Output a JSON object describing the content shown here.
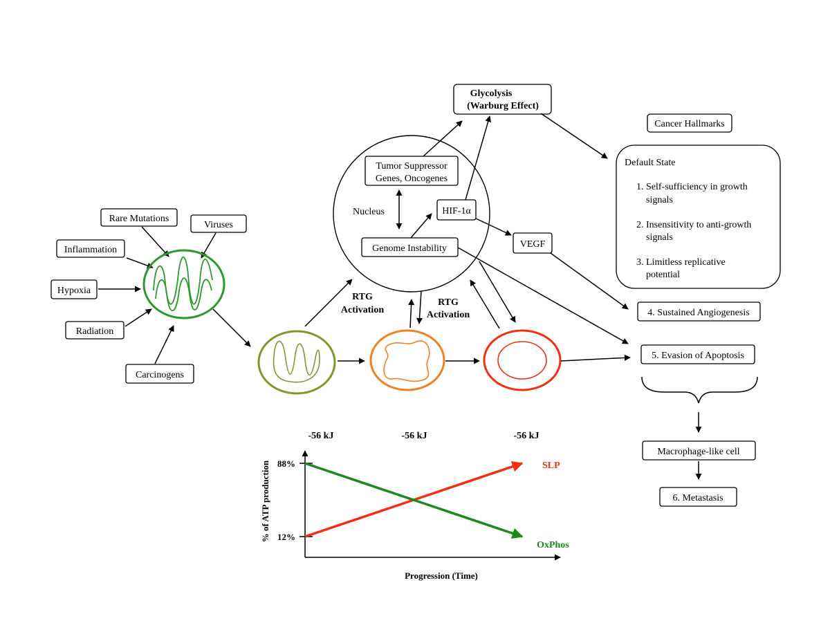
{
  "causes": {
    "rare_mutations": "Rare Mutations",
    "viruses": "Viruses",
    "inflammation": "Inflammation",
    "hypoxia": "Hypoxia",
    "radiation": "Radiation",
    "carcinogens": "Carcinogens"
  },
  "nucleus": {
    "label": "Nucleus",
    "tumor_line1": "Tumor Suppressor",
    "tumor_line2": "Genes, Oncogenes",
    "hif": "HIF-1α",
    "genome": "Genome Instability"
  },
  "glycolysis": {
    "line1": "Glycolysis",
    "line2": "(Warburg Effect)"
  },
  "vegf": "VEGF",
  "rtg": {
    "line1": "RTG",
    "line2": "Activation"
  },
  "hallmarks": {
    "title": "Cancer Hallmarks",
    "default_state": "Default State",
    "item1_line1": "1. Self-sufficiency in growth",
    "item1_line2": "signals",
    "item2_line1": "2. Insensitivity to anti-growth",
    "item2_line2": "signals",
    "item3_line1": "3. Limitless replicative",
    "item3_line2": "potential",
    "item4": "4. Sustained Angiogenesis",
    "item5": "5. Evasion of Apoptosis",
    "macrophage": "Macrophage-like cell",
    "item6": "6. Metastasis"
  },
  "energy_labels": [
    "-56 kJ",
    "-56 kJ",
    "-56 kJ"
  ],
  "colors": {
    "green": "#2a9a2a",
    "olive": "#7a9a2a",
    "orange": "#f08020",
    "red": "#f03010"
  },
  "chart_data": {
    "type": "line",
    "xlabel": "Progression (Time)",
    "ylabel": "% of ATP production",
    "y_ticks": [
      "88%",
      "12%"
    ],
    "series": [
      {
        "name": "SLP",
        "start": 12,
        "end": 88,
        "color": "#f03010"
      },
      {
        "name": "OxPhos",
        "start": 88,
        "end": 12,
        "color": "#1a8a1a"
      }
    ]
  }
}
